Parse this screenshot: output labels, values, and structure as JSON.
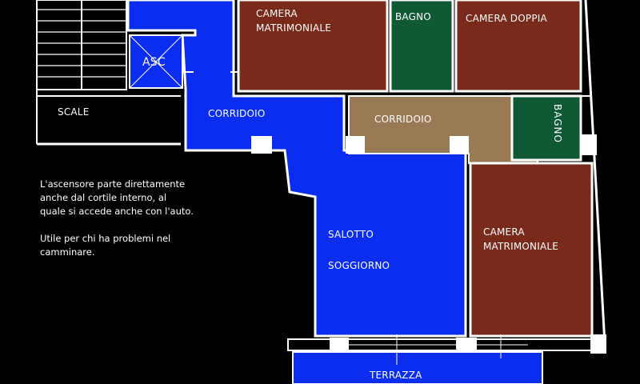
{
  "colors": {
    "background": "#000000",
    "blue_room": "#0a2df0",
    "brown_room": "#7a2a1a",
    "green_room": "#0f5a35",
    "tan_corridor": "#9a7a55",
    "wall": "#ffffff"
  },
  "rooms": {
    "elevator": "ASC",
    "stairs": "SCALE",
    "corridor_left": "CORRIDOIO",
    "corridor_right": "CORRIDOIO",
    "master_bedroom_top": "CAMERA\nMATRIMONIALE",
    "bathroom_top": "BAGNO",
    "double_room": "CAMERA DOPPIA",
    "bathroom_right": "BAGNO",
    "living_room_1": "SALOTTO",
    "living_room_2": "SOGGIORNO",
    "master_bedroom_bottom": "CAMERA\nMATRIMONIALE",
    "terrace": "TERRAZZA"
  },
  "notes": {
    "line1": "L'ascensore parte direttamente",
    "line2": "anche dal cortile interno,  al",
    "line3": "quale si accede anche con l'auto.",
    "line4": "Utile per chi ha problemi nel",
    "line5": "camminare."
  }
}
